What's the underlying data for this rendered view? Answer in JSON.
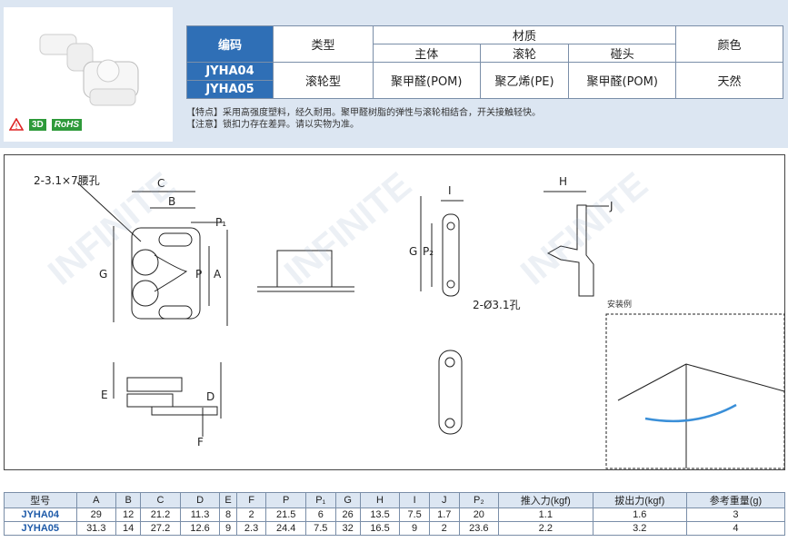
{
  "header_table": {
    "col_code": "编码",
    "col_type": "类型",
    "col_material": "材质",
    "sub_body": "主体",
    "sub_roller": "滚轮",
    "sub_head": "碰头",
    "col_color": "颜色",
    "code1": "JYHA04",
    "code2": "JYHA05",
    "type_value": "滚轮型",
    "body_value": "聚甲醛(POM)",
    "roller_value": "聚乙烯(PE)",
    "head_value": "聚甲醛(POM)",
    "color_value": "天然"
  },
  "notes": {
    "feature": "【特点】采用高强度塑料，经久耐用。聚甲醛树脂的弹性与滚轮相结合，开关接触轻快。",
    "attention": "【注意】锁扣力存在差异。请以实物为准。"
  },
  "badges": {
    "b3d": "3D",
    "rohs": "RoHS"
  },
  "drawing": {
    "slot_label": "2-3.1×7腰孔",
    "hole_label": "2-Ø3.1孔",
    "install_label": "安装例",
    "letters": [
      "C",
      "B",
      "P₁",
      "G",
      "P",
      "A",
      "E",
      "D",
      "F",
      "H",
      "J",
      "I",
      "G",
      "P₂"
    ]
  },
  "dims_table": {
    "headers": [
      "型号",
      "A",
      "B",
      "C",
      "D",
      "E",
      "F",
      "P",
      "P₁",
      "G",
      "H",
      "I",
      "J",
      "P₂",
      "推入力(kgf)",
      "拔出力(kgf)",
      "参考重量(g)"
    ],
    "rows": [
      [
        "JYHA04",
        "29",
        "12",
        "21.2",
        "11.3",
        "8",
        "2",
        "21.5",
        "6",
        "26",
        "13.5",
        "7.5",
        "1.7",
        "20",
        "1.1",
        "1.6",
        "3"
      ],
      [
        "JYHA05",
        "31.3",
        "14",
        "27.2",
        "12.6",
        "9",
        "2.3",
        "24.4",
        "7.5",
        "32",
        "16.5",
        "9",
        "2",
        "23.6",
        "2.2",
        "3.2",
        "4"
      ]
    ]
  },
  "watermark": "INFINITE"
}
